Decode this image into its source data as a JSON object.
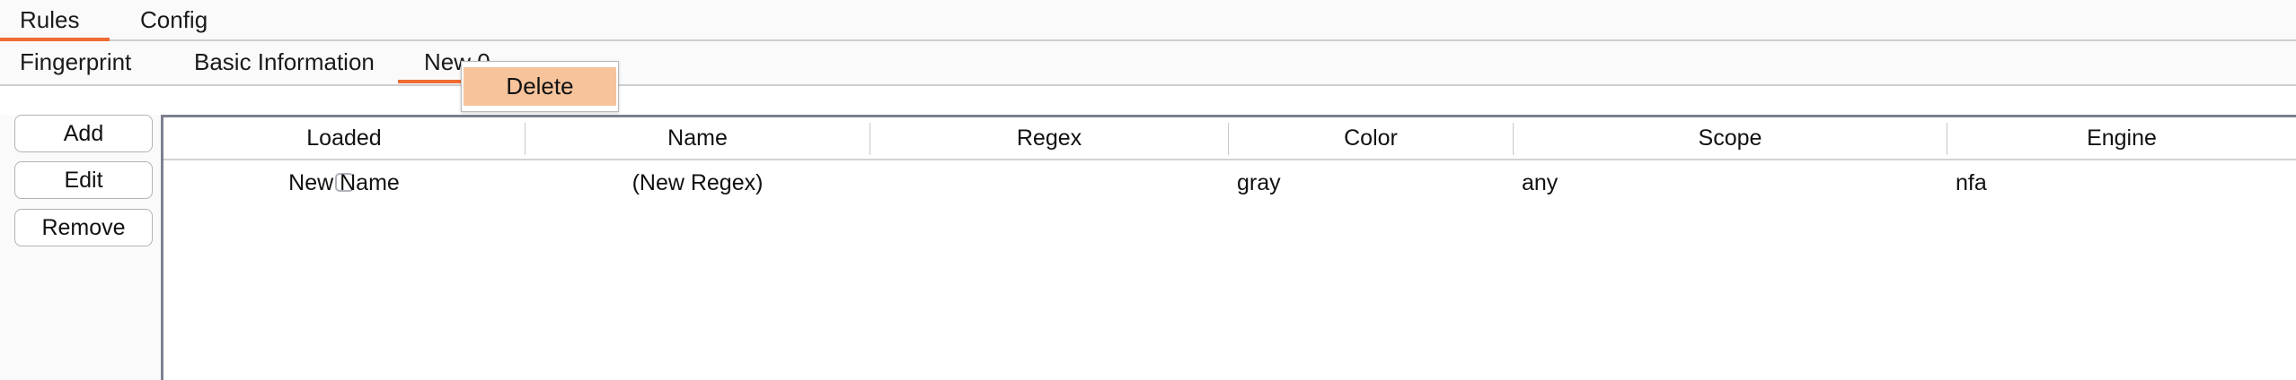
{
  "colors": {
    "accent_orange": "#ef6c33",
    "menu_highlight": "#f7c39b",
    "panel_background": "#fafafa",
    "border_gray": "#cfcfcf",
    "table_border": "#7d808e"
  },
  "primary_tabs": {
    "items": [
      {
        "label": "Rules",
        "active": true
      },
      {
        "label": "Config",
        "active": false
      }
    ]
  },
  "secondary_tabs": {
    "items": [
      {
        "label": "Fingerprint",
        "active": false
      },
      {
        "label": "Basic Information",
        "active": false
      },
      {
        "label": "New 0",
        "active": true
      }
    ]
  },
  "context_menu": {
    "items": [
      {
        "label": "Delete",
        "highlighted": true
      }
    ]
  },
  "button_rail": {
    "add_label": "Add",
    "edit_label": "Edit",
    "remove_label": "Remove"
  },
  "table": {
    "columns": [
      "Loaded",
      "Name",
      "Regex",
      "Color",
      "Scope",
      "Engine"
    ],
    "rows": [
      {
        "loaded": false,
        "name": "New Name",
        "regex": "(New Regex)",
        "color": "gray",
        "scope": "any",
        "engine": "nfa"
      }
    ]
  }
}
